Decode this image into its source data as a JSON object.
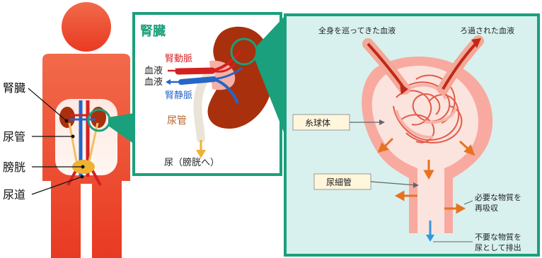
{
  "body_labels": {
    "kidney": "腎臓",
    "ureter": "尿管",
    "bladder": "膀胱",
    "urethra": "尿道"
  },
  "kidney_panel": {
    "title": "腎臓",
    "renal_artery": "腎動脈",
    "blood_in": "血液",
    "blood_out": "血液",
    "renal_vein": "腎静脈",
    "ureter": "尿管",
    "urine": "尿（膀胱へ）"
  },
  "nephron_panel": {
    "incoming_blood": "全身を巡ってきた血液",
    "filtered_blood": "ろ過された血液",
    "glomerulus": "糸球体",
    "tubule": "尿細管",
    "reabsorb_line1": "必要な物質を",
    "reabsorb_line2": "再吸収",
    "excrete_line1": "不要な物質を",
    "excrete_line2": "尿として排出"
  },
  "colors": {
    "body": "#ef5a3c",
    "frame": "#1aa07c",
    "panel_bg": "#d8f1ef",
    "kidney": "#a8300c",
    "artery": "#d52020",
    "vein": "#2566c7",
    "ureter_text": "#b5652d",
    "bladder": "#f0b232",
    "tubule": "#f8aaa0",
    "arrow_orange": "#e8721f",
    "arrow_blue": "#3a94dd"
  }
}
